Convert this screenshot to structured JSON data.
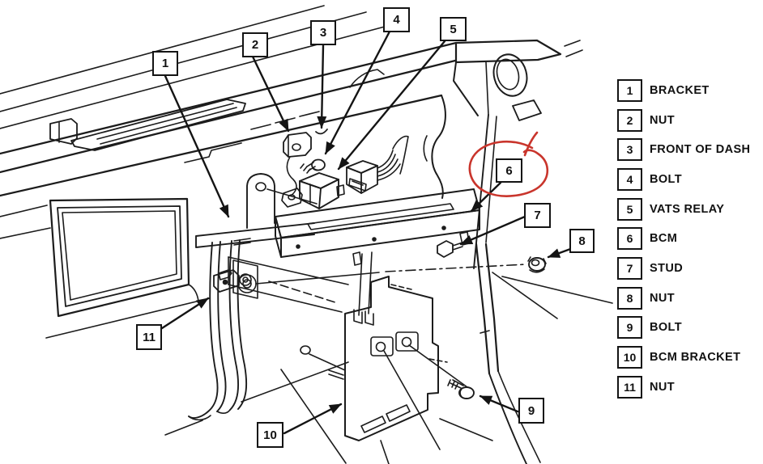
{
  "figure": {
    "background_color": "#ffffff",
    "line_color": "#1c1c1c",
    "annotation_color": "#c9352c",
    "description": "BCM mounting diagram behind instrument panel dash"
  },
  "callouts": [
    {
      "number": "1"
    },
    {
      "number": "2"
    },
    {
      "number": "3"
    },
    {
      "number": "4"
    },
    {
      "number": "5"
    },
    {
      "number": "6"
    },
    {
      "number": "7"
    },
    {
      "number": "8"
    },
    {
      "number": "9"
    },
    {
      "number": "10"
    },
    {
      "number": "11"
    }
  ],
  "legend": {
    "items": [
      {
        "number": "1",
        "label": "BRACKET"
      },
      {
        "number": "2",
        "label": "NUT"
      },
      {
        "number": "3",
        "label": "FRONT OF DASH"
      },
      {
        "number": "4",
        "label": "BOLT"
      },
      {
        "number": "5",
        "label": "VATS RELAY"
      },
      {
        "number": "6",
        "label": "BCM"
      },
      {
        "number": "7",
        "label": "STUD"
      },
      {
        "number": "8",
        "label": "NUT"
      },
      {
        "number": "9",
        "label": "BOLT"
      },
      {
        "number": "10",
        "label": "BCM BRACKET"
      },
      {
        "number": "11",
        "label": "NUT"
      }
    ]
  },
  "annotation": {
    "type": "hand-drawn red circle",
    "highlights_callout": "6"
  }
}
